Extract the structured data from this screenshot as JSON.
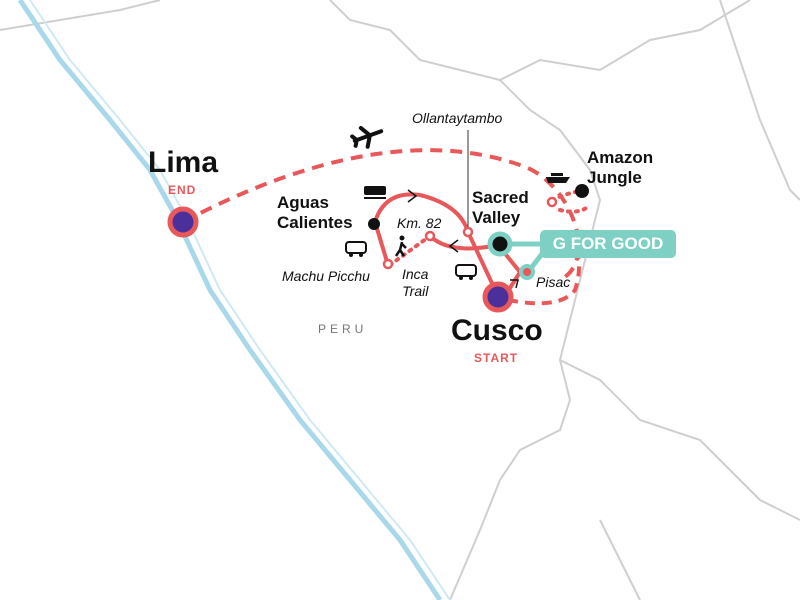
{
  "colors": {
    "route": "#e8585a",
    "teal": "#7fd0c4",
    "marker": "#4b2f9a",
    "border": "#cfcfcf",
    "river": "#a8d8ea"
  },
  "places": {
    "lima": {
      "name": "Lima",
      "tag": "END"
    },
    "cusco": {
      "name": "Cusco",
      "tag": "START"
    },
    "aguas": {
      "name": "Aguas\nCalientes"
    },
    "sacred": {
      "name": "Sacred\nValley"
    },
    "amazon": {
      "name": "Amazon\nJungle"
    },
    "ollantaytambo": {
      "name": "Ollantaytambo"
    },
    "km82": {
      "name": "Km. 82"
    },
    "machu": {
      "name": "Machu Picchu"
    },
    "inca": {
      "name": "Inca\nTrail"
    },
    "pisac": {
      "name": "Pisac"
    }
  },
  "country": "PERU",
  "badge": "G FOR GOOD",
  "icons": [
    "plane-icon",
    "train-icon",
    "bus-icon",
    "hiker-icon",
    "boat-icon"
  ]
}
